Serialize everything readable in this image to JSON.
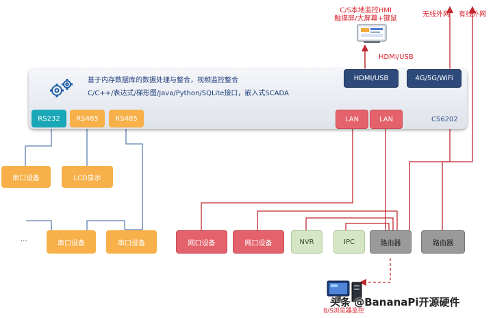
{
  "top": {
    "hmi_title_line1": "C/S本地监控HMI",
    "hmi_title_line2": "触摸屏/大屏幕+键鼠",
    "wireless_label": "无线外网",
    "wired_label": "有线外网",
    "hdmi_usb_link_label": "HDMI/USB"
  },
  "panel": {
    "line1": "基于内存数据库的数据处理与整合，视频监控整合",
    "line2": "C/C++/表达式/梯形图/Java/Python/SQLite接口，嵌入式SCADA",
    "model": "CS6202",
    "ports": {
      "hdmi": "HDMI/USB",
      "wifi": "4G/5G/WiFi",
      "rs232": "RS232",
      "rs485_1": "RS485",
      "rs485_2": "RS485",
      "lan1": "LAN",
      "lan2": "LAN"
    }
  },
  "devices": {
    "serial_dev_1": "串口设备",
    "lcd": "LCD显示",
    "serial_dev_2": "串口设备",
    "serial_dev_3": "串口设备",
    "ellipsis": "...",
    "net_dev_1": "网口设备",
    "net_dev_2": "网口设备",
    "nvr": "NVR",
    "ipc": "IPC",
    "router_1": "路由器",
    "router_2": "路由器"
  },
  "bottom": {
    "browser_label": "B/S浏览器监控"
  },
  "watermark": "头条 @BananaPi开源硬件",
  "colors": {
    "orange": "#f7b04a",
    "teal": "#1aa7b7",
    "red": "#e4626b",
    "navy": "#2e4a7b",
    "green": "#d4e6c3",
    "grey": "#9a9a9a",
    "serial_line": "#5a7fb0",
    "network_line": "#c0282f"
  }
}
